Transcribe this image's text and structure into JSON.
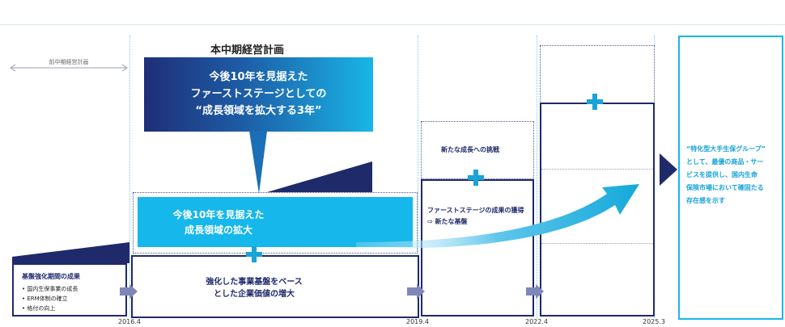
{
  "plan_title": "本中期経営計画",
  "previous_plan_label": "前中期経営計画",
  "callout": {
    "line1": "今後10年を見据えた",
    "line2": "ファーストステージとしての",
    "line3": "“成長領域を拡大する3年”"
  },
  "growth_box": {
    "line1": "今後10年を見据えた",
    "line2": "成長領域の拡大"
  },
  "foundation_box": {
    "title": "基盤強化期間の成果",
    "items": [
      "国内生保事業の成長",
      "ERM体制の確立",
      "格付の向上"
    ]
  },
  "base_box": {
    "line1": "強化した事業基盤をベース",
    "line2": "とした企業価値の増大"
  },
  "stage2": {
    "challenge": "新たな成長への挑戦",
    "result_line1": "ファーストステージの成果の獲得",
    "result_line2": "⇨ 新たな基盤"
  },
  "vision": {
    "line1": "“特化型大手生保グループ”",
    "line2": "として、最優の商品・サー",
    "line3": "ビスを提供し、国内生命",
    "line4": "保険市場において確固たる",
    "line5": "存在感を示す"
  },
  "dates": [
    "2016.4",
    "2019.4",
    "2022.4",
    "2025.3"
  ],
  "colors": {
    "navy": "#1f2a6b",
    "cyan": "#16b7ea",
    "teal": "#1aa3d6",
    "arrow_gray": "#7f87b8"
  }
}
